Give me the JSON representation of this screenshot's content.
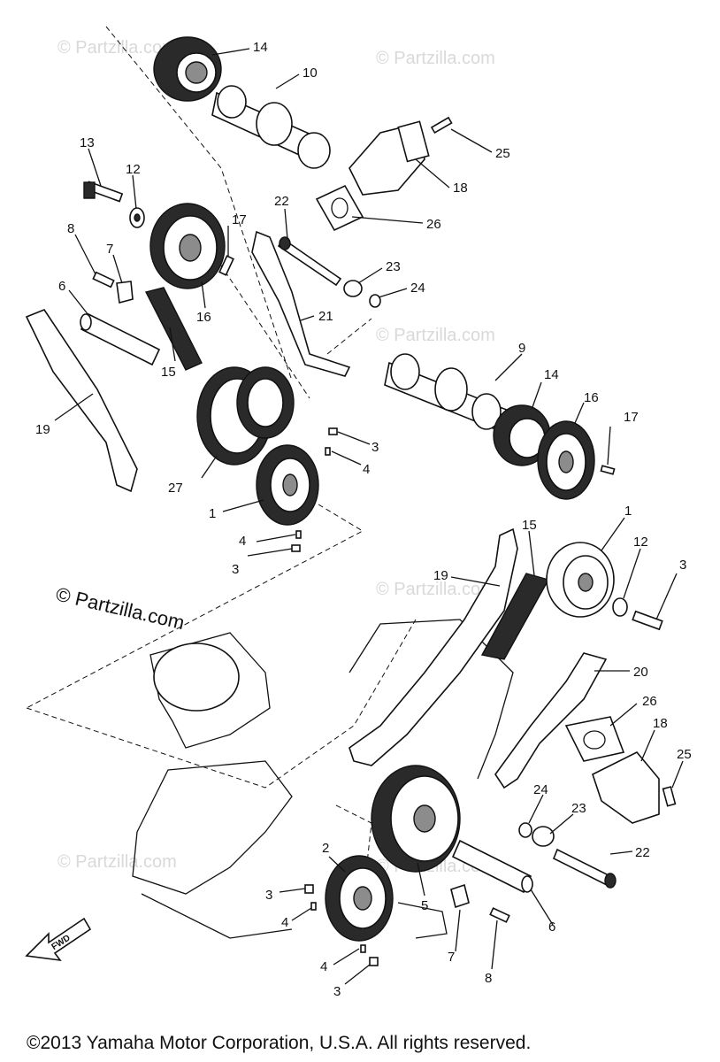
{
  "watermarks": {
    "main": "© Partzilla.com",
    "faint": "© Partzilla.com"
  },
  "footer": {
    "copyright": "©2013 Yamaha Motor Corporation, U.S.A. All rights reserved."
  },
  "fwd_arrow": "FWD",
  "callouts": [
    "14",
    "10",
    "13",
    "12",
    "25",
    "18",
    "26",
    "22",
    "8",
    "7",
    "17",
    "23",
    "24",
    "6",
    "16",
    "21",
    "9",
    "15",
    "19",
    "27",
    "3",
    "4",
    "1",
    "4",
    "3",
    "14",
    "16",
    "17",
    "15",
    "1",
    "12",
    "3",
    "19",
    "20",
    "26",
    "18",
    "25",
    "24",
    "23",
    "22",
    "2",
    "3",
    "4",
    "5",
    "6",
    "7",
    "8",
    "4",
    "3"
  ]
}
